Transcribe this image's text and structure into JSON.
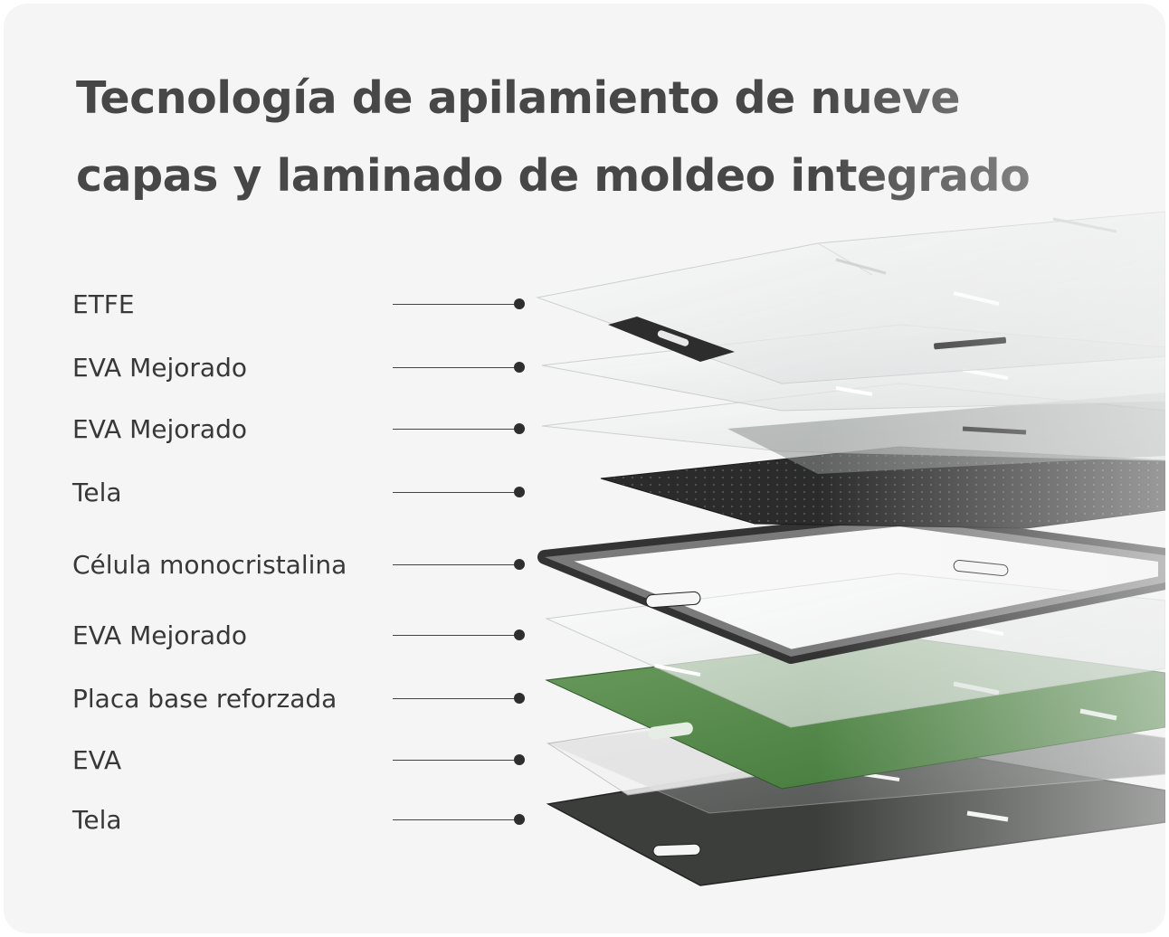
{
  "title": {
    "line1": "Tecnología de apilamiento de nueve",
    "line2": "capas y laminado de moldeo integrado"
  },
  "layers": [
    {
      "label": "ETFE"
    },
    {
      "label": "EVA Mejorado"
    },
    {
      "label": "EVA Mejorado"
    },
    {
      "label": "Tela"
    },
    {
      "label": "Célula monocristalina"
    },
    {
      "label": "EVA Mejorado"
    },
    {
      "label": "Placa base reforzada"
    },
    {
      "label": "EVA"
    },
    {
      "label": "Tela"
    }
  ],
  "colors": {
    "background": "#f5f5f5",
    "title": "#474747",
    "label": "#383838",
    "clear_layer": "#e9ecec",
    "fabric_dark": "#2c2c2c",
    "cell_dark": "#3a3a3a",
    "base_plate_green": "#5a8b4f",
    "bottom_fabric": "#3c3f3c"
  }
}
